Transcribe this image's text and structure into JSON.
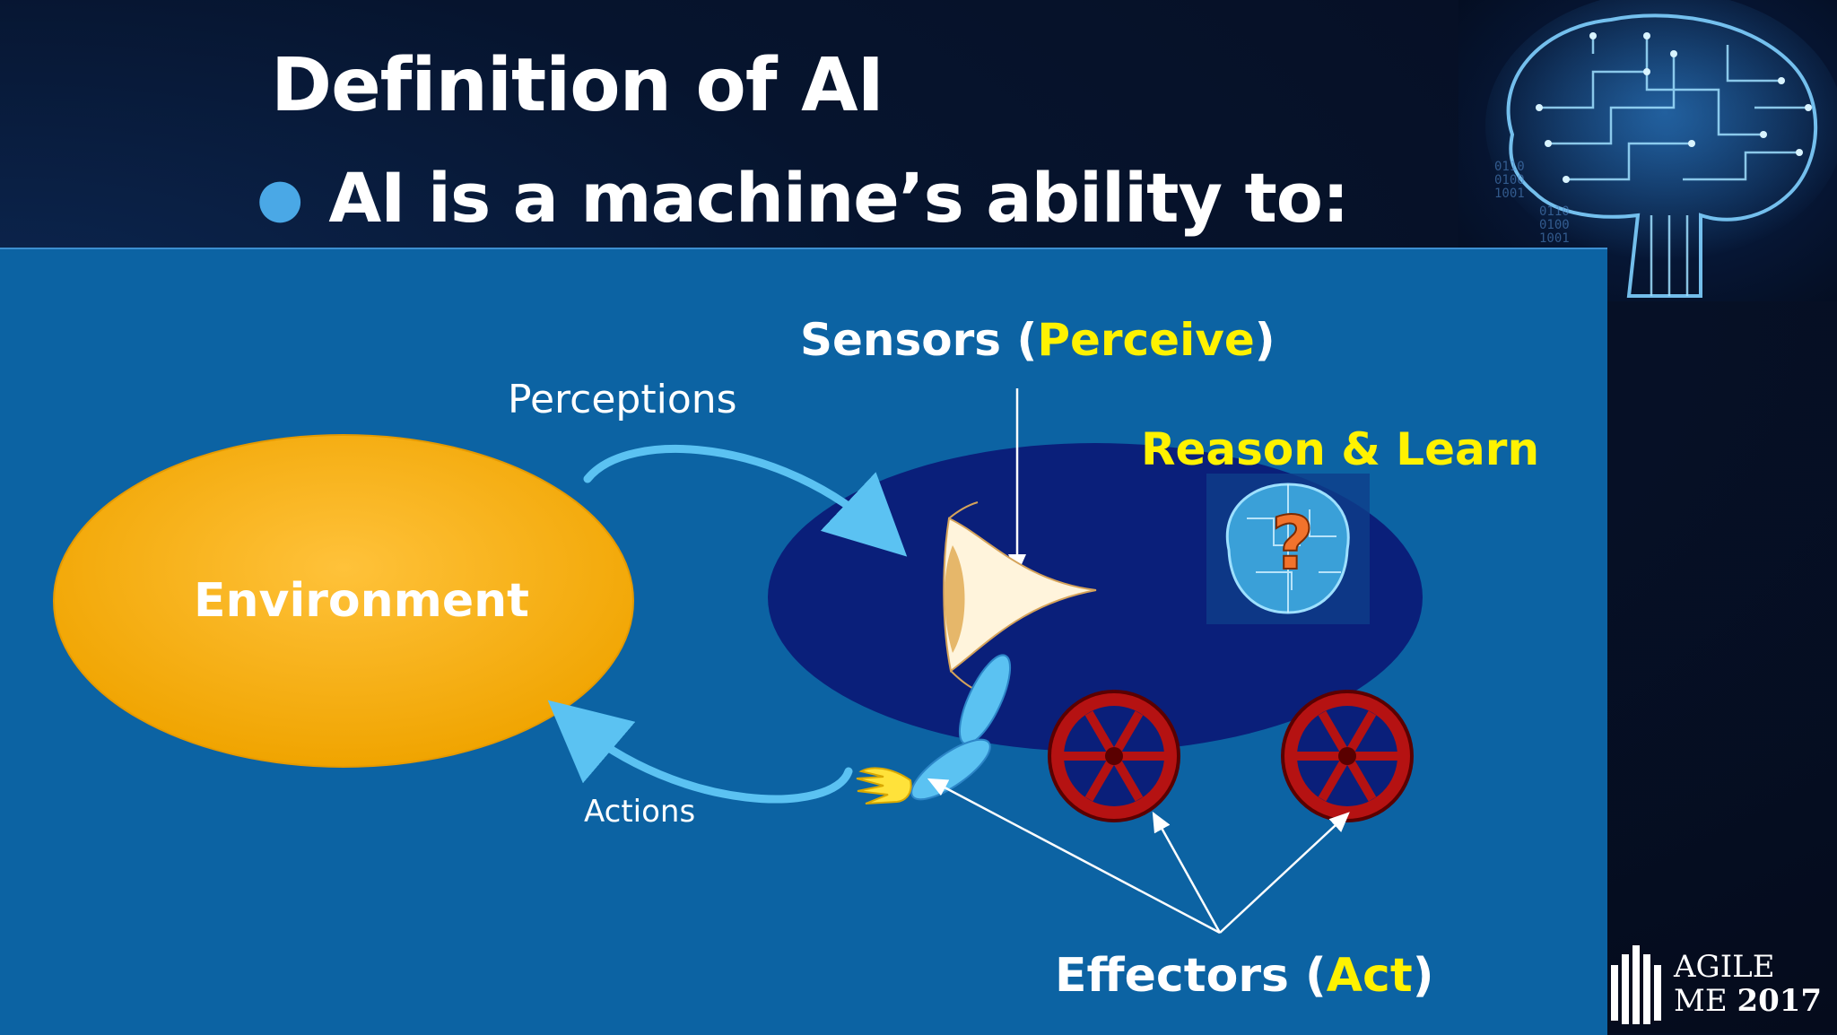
{
  "slide": {
    "title": "Definition of AI",
    "bullet": "AI is a machine’s ability to:"
  },
  "diagram": {
    "perceptions_label": "Perceptions",
    "actions_label": "Actions",
    "sensors_label": "Sensors",
    "sensors_paren_open": " (",
    "sensors_highlight": "Perceive",
    "sensors_paren_close": ")",
    "reason_label": "Reason & Learn",
    "environment_label": "Environment",
    "effectors_label": "Effectors",
    "effectors_paren_open": " (",
    "effectors_highlight": "Act",
    "effectors_paren_close": ")",
    "brain_mark": "?"
  },
  "logo": {
    "line1": "AGILE",
    "line2": "ME",
    "year": "2017"
  },
  "colors": {
    "panel_blue": "#0c63a3",
    "agent_navy": "#0a1f7a",
    "environment_orange": "#f7b218",
    "highlight_yellow": "#fff200",
    "arrow_light_blue": "#5bc2f2",
    "wheel_red": "#b51212"
  },
  "icons": [
    "brain-circuit-icon",
    "eye-sensor-icon",
    "robot-arm-icon",
    "hand-icon",
    "wheel-icon",
    "question-mark-icon",
    "agile-me-logo-icon"
  ]
}
